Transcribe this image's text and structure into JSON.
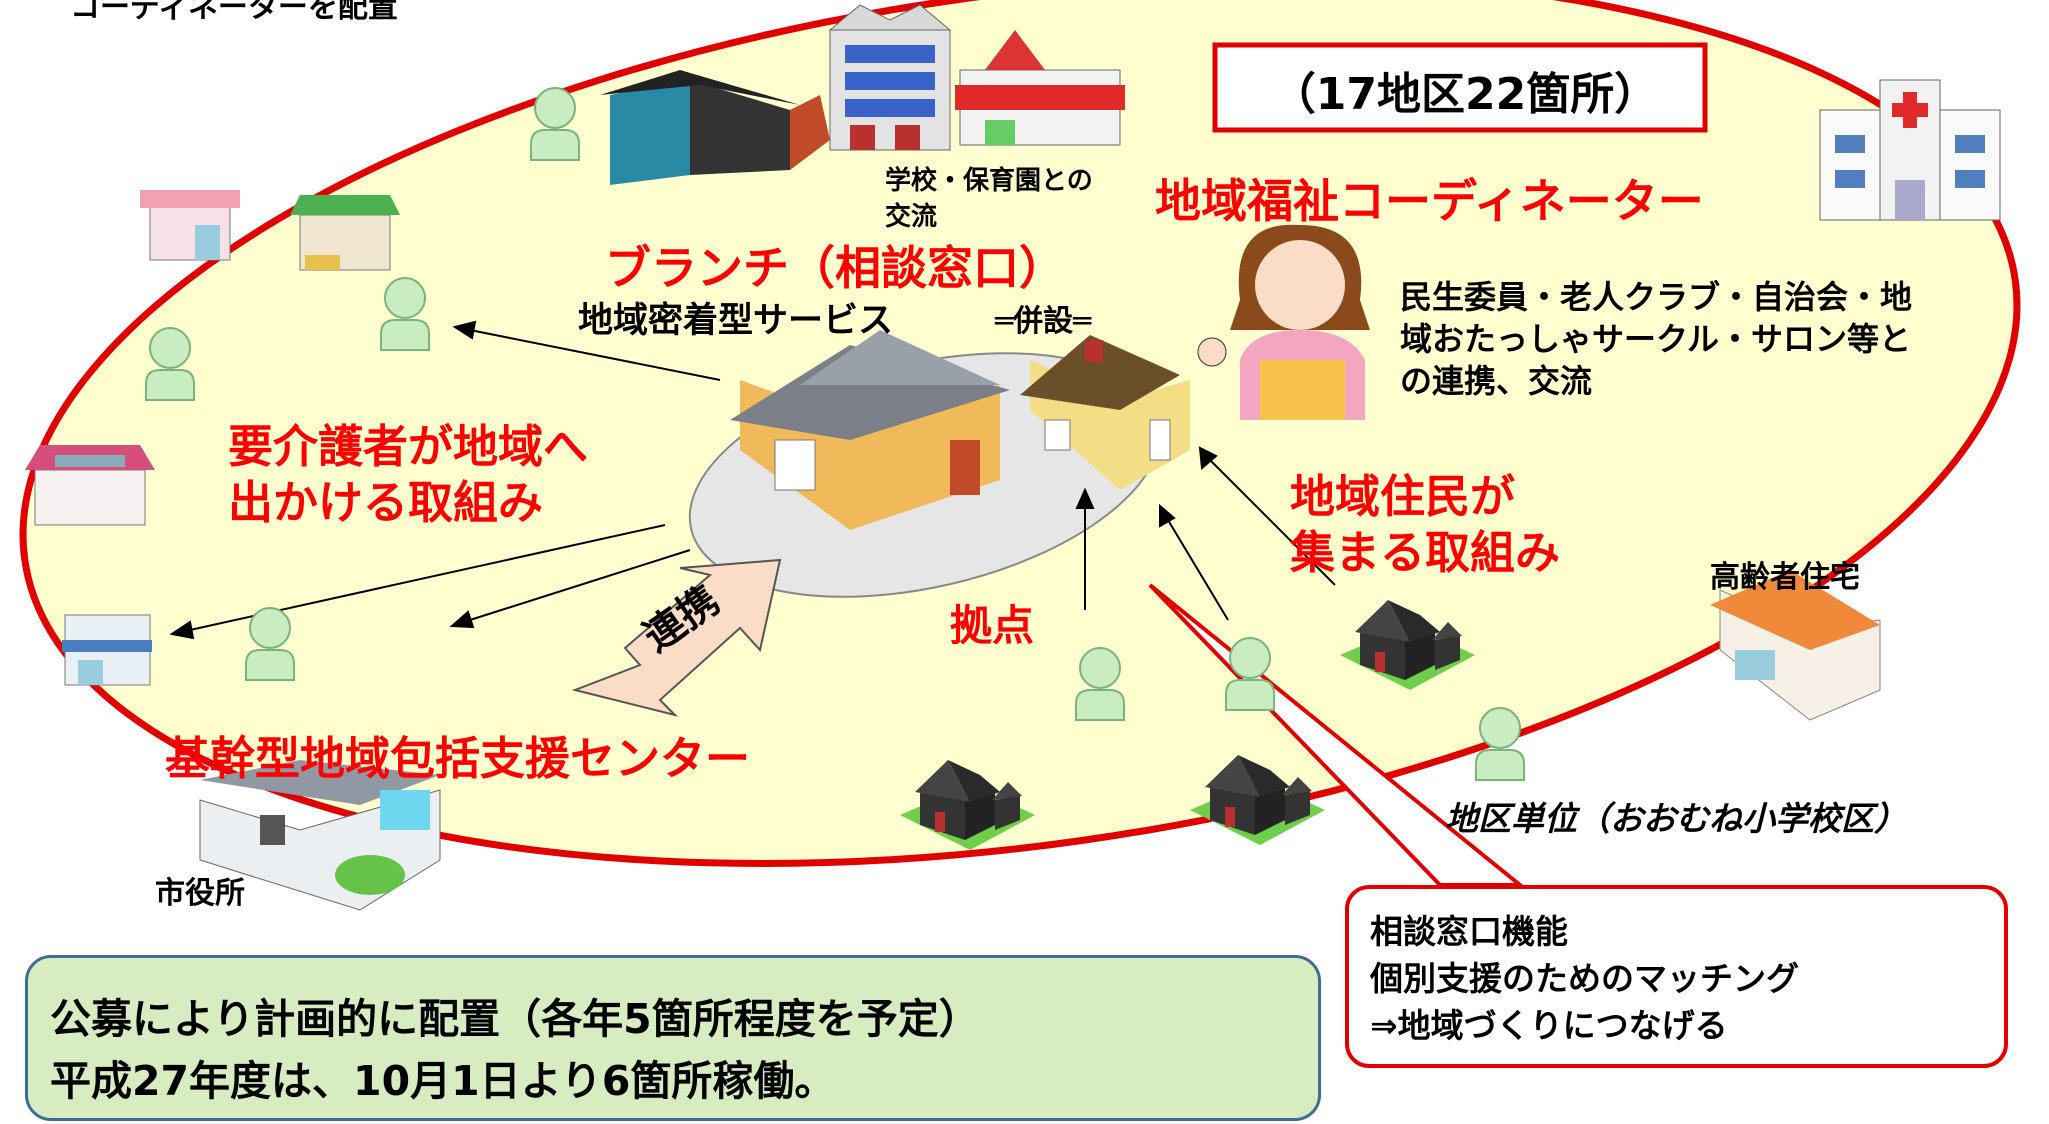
{
  "header": {
    "partial_text": "コーディネーターを配置"
  },
  "district_box": {
    "label": "（17地区22箇所）"
  },
  "school_note": {
    "line1": "学校・保育園との",
    "line2": "交流"
  },
  "coordinator": {
    "title": "地域福祉コーディネーター"
  },
  "coordinator_desc": {
    "line1": "民生委員・老人クラブ・自治会・地",
    "line2": "域おたっしゃサークル・サロン等と",
    "line3": "の連携、交流"
  },
  "branch": {
    "title": "ブランチ（相談窓口）",
    "service": "地域密着型サービス",
    "annex": "═併設═"
  },
  "outing": {
    "line1": "要介護者が地域へ",
    "line2": "出かける取組み"
  },
  "gathering": {
    "line1": "地域住民が",
    "line2": "集まる取組み"
  },
  "base": {
    "label": "拠点"
  },
  "cooperation": {
    "label": "連携"
  },
  "center": {
    "title": "基幹型地域包括支援センター"
  },
  "city_hall": {
    "label": "市役所"
  },
  "elderly_housing": {
    "label": "高齢者住宅"
  },
  "district_unit": {
    "label": "地区単位（おおむね小学校区）"
  },
  "consult_callout": {
    "line1": "相談窓口機能",
    "line2": "個別支援のためのマッチング",
    "line3": "⇒地域づくりにつなげる"
  },
  "plan_box": {
    "line1": "公募により計画的に配置（各年5箇所程度を予定）",
    "line2": "平成27年度は、10月1日より6箇所稼働。"
  },
  "colors": {
    "accent_red": "#ff0000",
    "ellipse_fill": "#ffffd0",
    "plan_box_fill": "#d7ecc1",
    "person_fill": "#c9ecc0"
  }
}
